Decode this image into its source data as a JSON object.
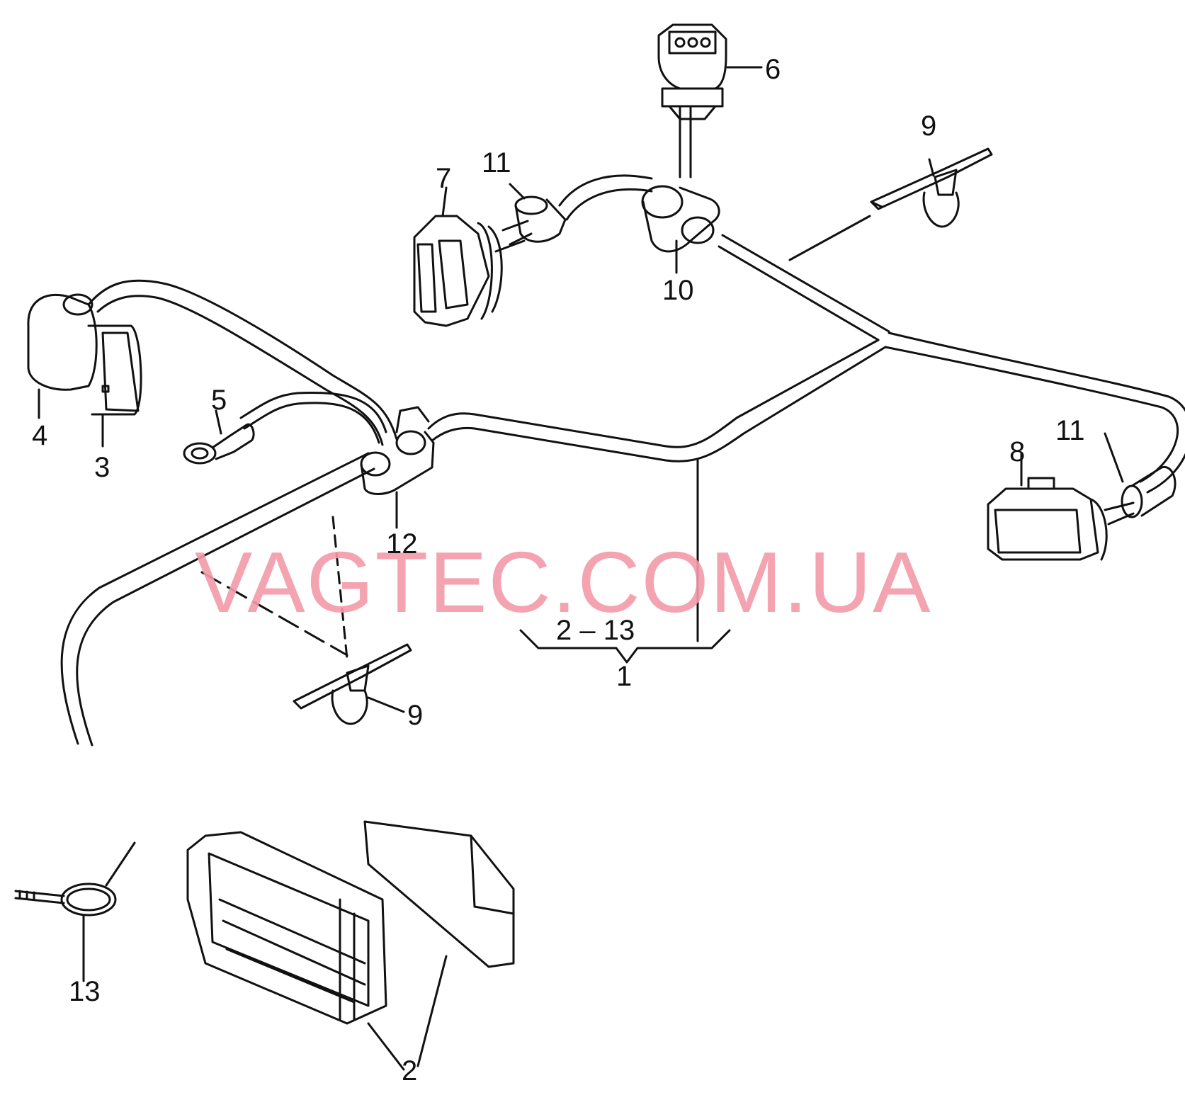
{
  "callouts": {
    "c1": "1",
    "c2": "2",
    "c2_13": "2 – 13",
    "c3": "3",
    "c4": "4",
    "c5": "5",
    "c6": "6",
    "c7": "7",
    "c8": "8",
    "c9a": "9",
    "c9b": "9",
    "c10": "10",
    "c11a": "11",
    "c11b": "11",
    "c12": "12",
    "c13": "13"
  },
  "watermark": "VAGTEC.COM.UA",
  "colors": {
    "line": "#111111",
    "watermark": "#f39aa9",
    "background": "#ffffff"
  }
}
